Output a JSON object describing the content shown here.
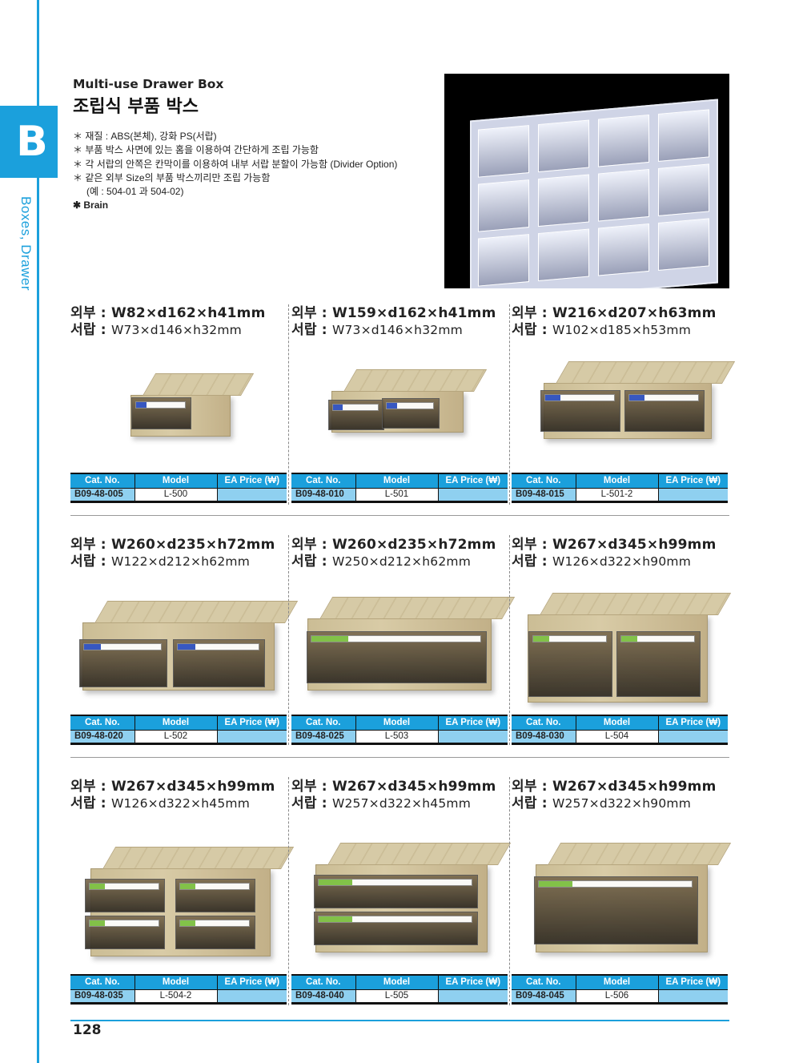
{
  "section": {
    "letter": "B",
    "label": "Boxes, Drawer"
  },
  "header": {
    "title_en": "Multi-use Drawer Box",
    "title_ko": "조립식 부품 박스"
  },
  "notes": [
    "＊ 재질 : ABS(본체), 강화 PS(서랍)",
    "＊ 부품 박스 사면에 있는 홈을 이용하여 간단하게 조립 가능함",
    "＊ 각 서랍의 안쪽은 칸막이를 이용하여 내부 서랍 분할이 가능함 (Divider Option)",
    "＊ 같은 외부 Size의 부품 박스끼리만 조립 가능함",
    "(예 : 504-01 과 504-02)"
  ],
  "brand": "✱ Brain",
  "table_headers": [
    "Cat. No.",
    "Model",
    "EA Price (₩)"
  ],
  "outer_label": "외부",
  "drawer_label": "서랍",
  "products": [
    {
      "outer": "W82×d162×h41mm",
      "drawer": "W73×d146×h32mm",
      "cat": "B09-48-005",
      "model": "L-500",
      "price": ""
    },
    {
      "outer": "W159×d162×h41mm",
      "drawer": "W73×d146×h32mm",
      "cat": "B09-48-010",
      "model": "L-501",
      "price": ""
    },
    {
      "outer": "W216×d207×h63mm",
      "drawer": "W102×d185×h53mm",
      "cat": "B09-48-015",
      "model": "L-501-2",
      "price": ""
    },
    {
      "outer": "W260×d235×h72mm",
      "drawer": "W122×d212×h62mm",
      "cat": "B09-48-020",
      "model": "L-502",
      "price": ""
    },
    {
      "outer": "W260×d235×h72mm",
      "drawer": "W250×d212×h62mm",
      "cat": "B09-48-025",
      "model": "L-503",
      "price": ""
    },
    {
      "outer": "W267×d345×h99mm",
      "drawer": "W126×d322×h90mm",
      "cat": "B09-48-030",
      "model": "L-504",
      "price": ""
    },
    {
      "outer": "W267×d345×h99mm",
      "drawer": "W126×d322×h45mm",
      "cat": "B09-48-035",
      "model": "L-504-2",
      "price": ""
    },
    {
      "outer": "W267×d345×h99mm",
      "drawer": "W257×d322×h45mm",
      "cat": "B09-48-040",
      "model": "L-505",
      "price": ""
    },
    {
      "outer": "W267×d345×h99mm",
      "drawer": "W257×d322×h90mm",
      "cat": "B09-48-045",
      "model": "L-506",
      "price": ""
    }
  ],
  "colors": {
    "accent": "#1ba0dc",
    "cell_light": "#8fd0f0",
    "label_blue": "#2b4fc4",
    "label_green": "#7cc242"
  },
  "page_number": "128"
}
